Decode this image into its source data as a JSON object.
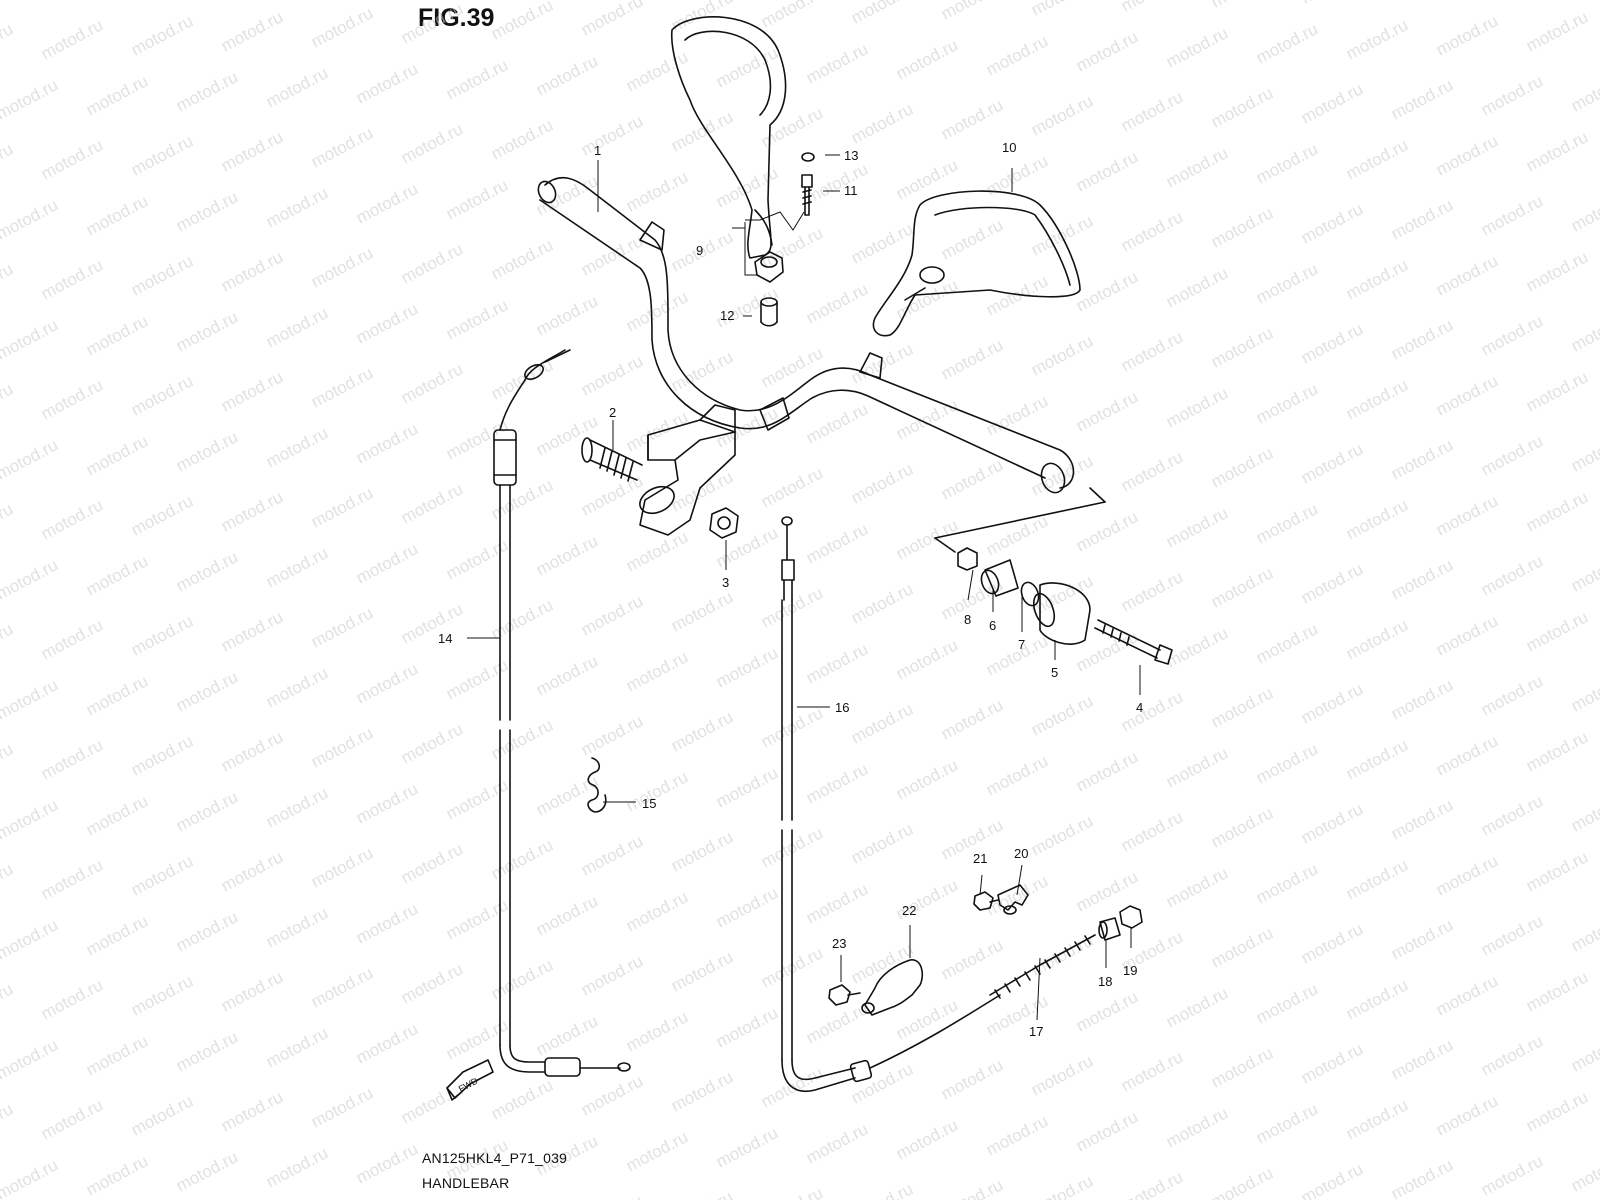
{
  "figure": {
    "title": "FIG.39"
  },
  "watermark": {
    "text": "motod.ru"
  },
  "caption": {
    "code": "AN125HKL4_P71_039",
    "name": "HANDLEBAR"
  },
  "fwd_label": "FWD",
  "parts": [
    {
      "num": "1",
      "part": "handlebar-tube"
    },
    {
      "num": "2",
      "part": "bolt"
    },
    {
      "num": "3",
      "part": "nut"
    },
    {
      "num": "4",
      "part": "balancer-bolt"
    },
    {
      "num": "5",
      "part": "handlebar-balancer"
    },
    {
      "num": "6",
      "part": "cushion"
    },
    {
      "num": "7",
      "part": "washer"
    },
    {
      "num": "8",
      "part": "nut"
    },
    {
      "num": "9",
      "part": "mirror-left"
    },
    {
      "num": "10",
      "part": "mirror-right"
    },
    {
      "num": "11",
      "part": "screw"
    },
    {
      "num": "12",
      "part": "spacer"
    },
    {
      "num": "13",
      "part": "washer"
    },
    {
      "num": "14",
      "part": "throttle-cable"
    },
    {
      "num": "15",
      "part": "spring"
    },
    {
      "num": "16",
      "part": "rear-brake-cable"
    },
    {
      "num": "17",
      "part": "spring"
    },
    {
      "num": "18",
      "part": "joint"
    },
    {
      "num": "19",
      "part": "nut"
    },
    {
      "num": "20",
      "part": "clamp"
    },
    {
      "num": "21",
      "part": "bolt"
    },
    {
      "num": "22",
      "part": "clamp"
    },
    {
      "num": "23",
      "part": "bolt"
    }
  ]
}
